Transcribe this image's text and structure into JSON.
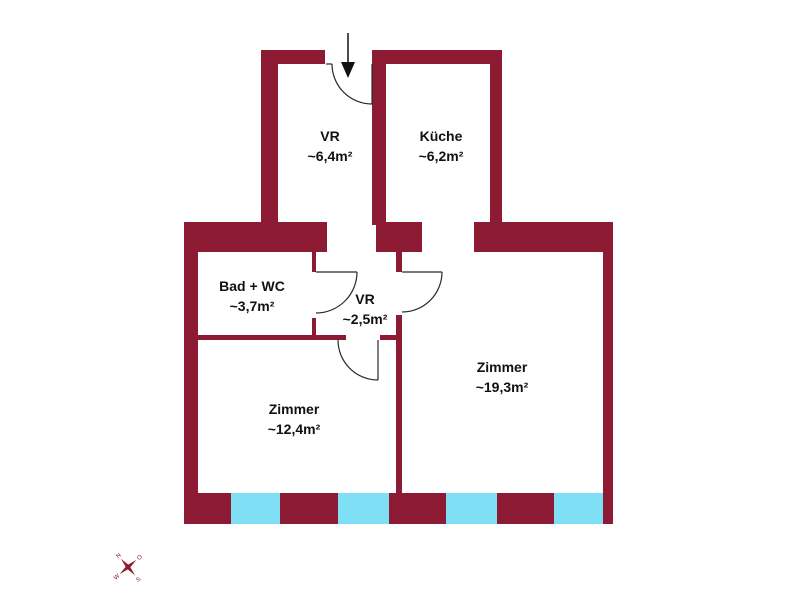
{
  "rooms": {
    "vr_top": {
      "name": "VR",
      "area": "~6,4m²"
    },
    "kueche": {
      "name": "Küche",
      "area": "~6,2m²"
    },
    "bad": {
      "name": "Bad + WC",
      "area": "~3,7m²"
    },
    "vr_mid": {
      "name": "VR",
      "area": "~2,5m²"
    },
    "zimmer_large": {
      "name": "Zimmer",
      "area": "~19,3m²"
    },
    "zimmer_small": {
      "name": "Zimmer",
      "area": "~12,4m²"
    }
  },
  "compass": {
    "n": "N",
    "o": "O",
    "s": "S",
    "w": "W"
  },
  "colors": {
    "wall": "#8b1a32",
    "window": "#7fe0f5",
    "door": "#2a2a2a"
  }
}
